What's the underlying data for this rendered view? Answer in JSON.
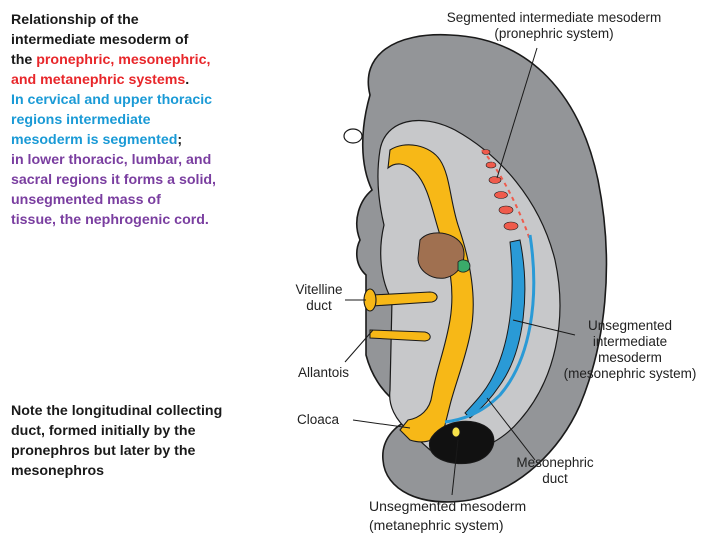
{
  "intro": {
    "line1": "Relationship of the",
    "line2": "intermediate mesoderm of",
    "line3_prefix": "the ",
    "line3_highlight": "pronephric, mesonephric,",
    "line4_highlight": "and metanephric systems",
    "line4_suffix": ".",
    "blue1": "In cervical and upper thoracic",
    "blue2": "regions intermediate",
    "blue3": "mesoderm is segmented",
    "blue3_suffix": ";",
    "purple1": "in lower thoracic, lumbar, and",
    "purple2": "sacral regions it forms a solid,",
    "purple3": "unsegmented mass of",
    "purple4": "tissue, the nephrogenic cord."
  },
  "note": {
    "line1": "Note the longitudinal collecting",
    "line2": "duct, formed initially by the",
    "line3": "pronephros but later by the",
    "line4": "mesonephros"
  },
  "labels": {
    "segmented_1": "Segmented intermediate mesoderm",
    "segmented_2": "(pronephric system)",
    "vitelline_1": "Vitelline",
    "vitelline_2": "duct",
    "allantois": "Allantois",
    "cloaca": "Cloaca",
    "unseg_inter_1": "Unsegmented",
    "unseg_inter_2": "intermediate",
    "unseg_inter_3": "mesoderm",
    "unseg_inter_4": "(mesonephric system)",
    "meso_duct_1": "Mesonephric",
    "meso_duct_2": "duct",
    "unseg_meso_1": "Unsegmented mesoderm",
    "unseg_meso_2": "(metanephric system)"
  },
  "colors": {
    "intro_text": "#1a1a1a",
    "pronephric_highlight": "#e8262a",
    "segmented_text": "#1a9ad6",
    "unsegmented_text": "#7a3ea0",
    "embryo_body": "#939598",
    "embryo_inner": "#c7c8ca",
    "gut_yellow": "#f7b817",
    "duct_blue": "#2a9ad6",
    "somite_red": "#ef5b4c",
    "liver_brown": "#a07050",
    "cloaca_black": "#111111"
  }
}
